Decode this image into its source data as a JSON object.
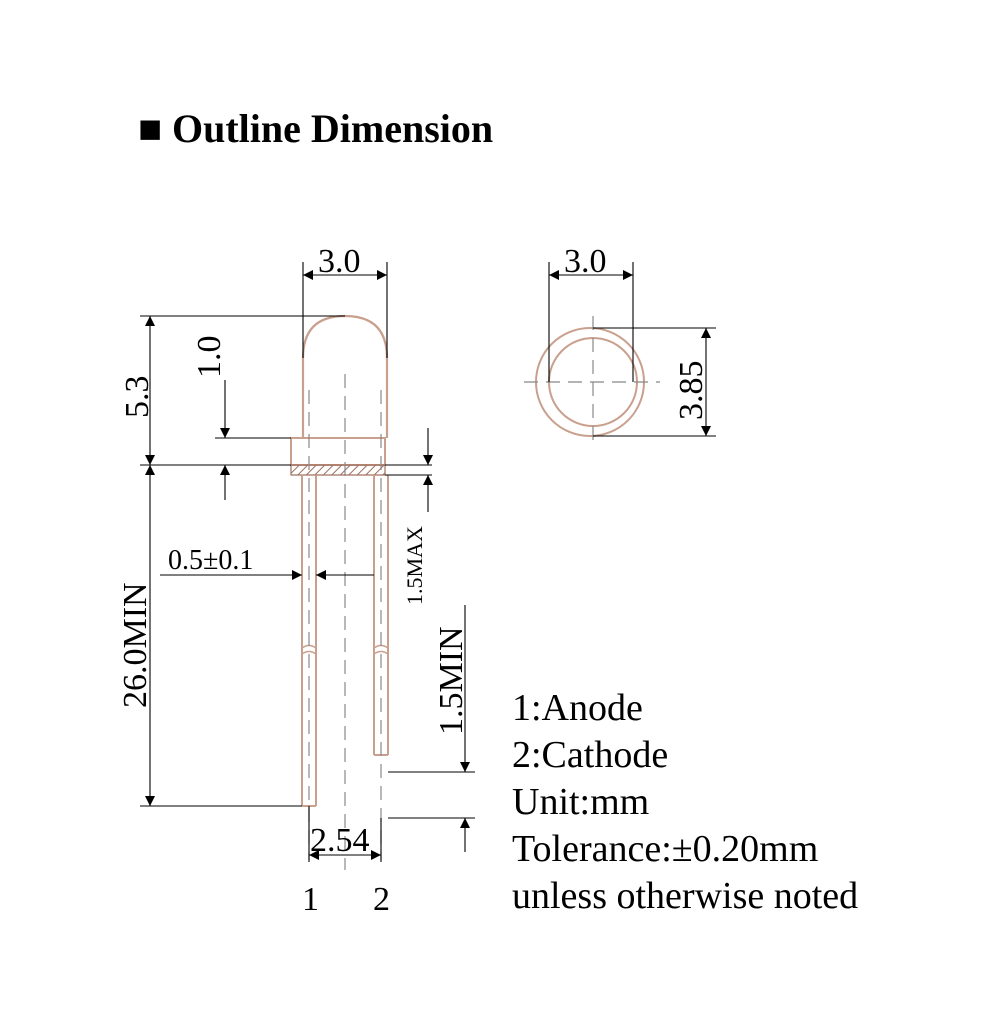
{
  "title": {
    "marker": "■",
    "text": "Outline Dimension"
  },
  "side_view": {
    "width_label": "3.0",
    "height_label": "5.3",
    "dome_label": "1.0",
    "lead_width_label": "0.5±0.1",
    "lead_length_label": "26.0MIN",
    "flange_label": "1.5MAX",
    "lead_offset_label": "1.5MIN",
    "pitch_label": "2.54",
    "pin_1": "1",
    "pin_2": "2"
  },
  "top_view": {
    "width_label": "3.0",
    "flange_label": "3.85"
  },
  "legend": [
    "1:Anode",
    "2:Cathode",
    "Unit:mm",
    "Tolerance:±0.20mm",
    "unless otherwise noted"
  ],
  "colors": {
    "body_outline": "#c9a08e",
    "hatch": "#a07060",
    "dimension": "#000000"
  }
}
